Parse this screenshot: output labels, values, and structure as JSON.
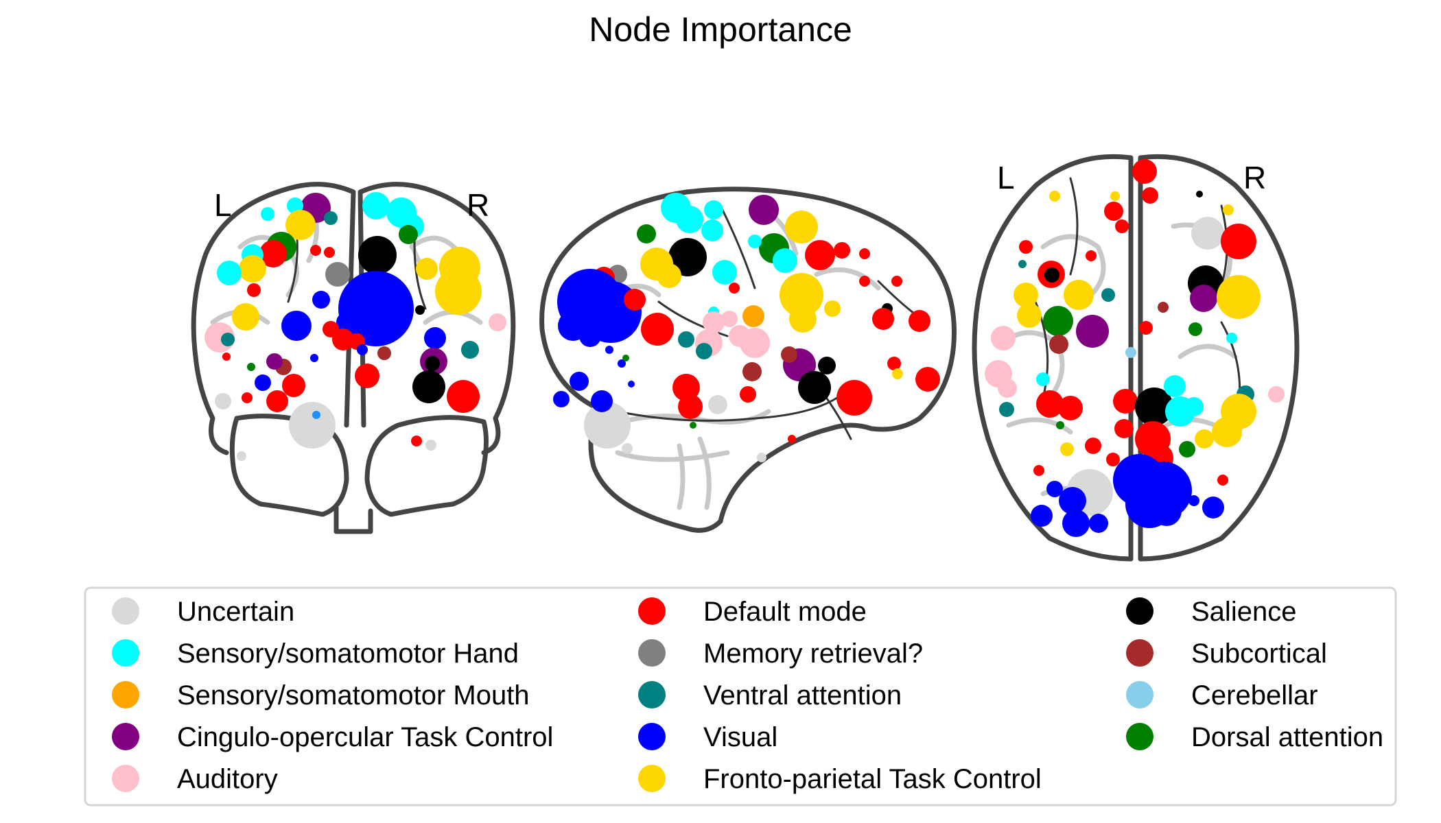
{
  "title": "Node Importance",
  "views": {
    "coronal": {
      "left_label": "L",
      "right_label": "R"
    },
    "axial": {
      "left_label": "L",
      "right_label": "R"
    }
  },
  "legend": {
    "columns": [
      [
        {
          "label": "Uncertain",
          "color": "#d9d9d9"
        },
        {
          "label": "Sensory/somatomotor Hand",
          "color": "#00ffff"
        },
        {
          "label": "Sensory/somatomotor Mouth",
          "color": "#ffa500"
        },
        {
          "label": "Cingulo-opercular Task Control",
          "color": "#800080"
        },
        {
          "label": "Auditory",
          "color": "#ffc0cb"
        }
      ],
      [
        {
          "label": "Default mode",
          "color": "#ff0000"
        },
        {
          "label": "Memory retrieval?",
          "color": "#808080"
        },
        {
          "label": "Ventral attention",
          "color": "#008080"
        },
        {
          "label": "Visual",
          "color": "#0000ff"
        },
        {
          "label": "Fronto-parietal Task Control",
          "color": "#ffd700"
        }
      ],
      [
        {
          "label": "Salience",
          "color": "#000000"
        },
        {
          "label": "Subcortical",
          "color": "#a52a2a"
        },
        {
          "label": "Cerebellar",
          "color": "#87ceeb"
        },
        {
          "label": "Dorsal attention",
          "color": "#008000"
        }
      ]
    ]
  }
}
